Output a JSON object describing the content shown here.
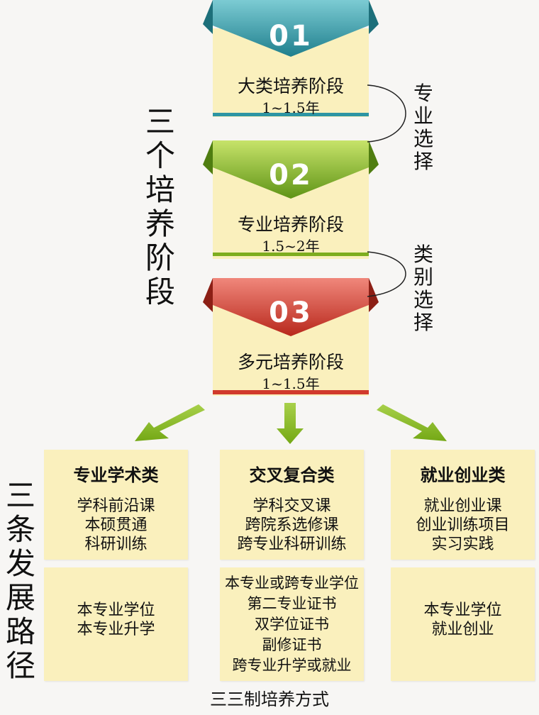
{
  "left_label_top": [
    "三",
    "个",
    "培",
    "养",
    "阶",
    "段"
  ],
  "left_label_bottom": [
    "三",
    "条",
    "发",
    "展",
    "路",
    "径"
  ],
  "stages": [
    {
      "number": "01",
      "title": "大类培养阶段",
      "duration": "1~1.5年",
      "color": "#2e95a3"
    },
    {
      "number": "02",
      "title": "专业培养阶段",
      "duration": "1.5~2年",
      "color": "#7dad1e"
    },
    {
      "number": "03",
      "title": "多元培养阶段",
      "duration": "1~1.5年",
      "color": "#d13a2c"
    }
  ],
  "transitions": [
    {
      "chars": [
        "专",
        "业",
        "选",
        "择"
      ]
    },
    {
      "chars": [
        "类",
        "别",
        "选",
        "择"
      ]
    }
  ],
  "paths": [
    {
      "title": "专业学术类",
      "courses": [
        "学科前沿课",
        "本硕贯通",
        "科研训练"
      ],
      "outcomes": [
        "本专业学位",
        "本专业升学"
      ]
    },
    {
      "title": "交叉复合类",
      "courses": [
        "学科交叉课",
        "跨院系选修课",
        "跨专业科研训练"
      ],
      "outcomes": [
        "本专业或跨专业学位",
        "第二专业证书",
        "双学位证书",
        "副修证书",
        "跨专业升学或就业"
      ]
    },
    {
      "title": "就业创业类",
      "courses": [
        "就业创业课",
        "创业训练项目",
        "实习实践"
      ],
      "outcomes": [
        "本专业学位",
        "就业创业"
      ]
    }
  ],
  "caption": "三三制培养方式",
  "colors": {
    "box_fill": "#faf0bd",
    "arrow_green": "#8ec126"
  }
}
